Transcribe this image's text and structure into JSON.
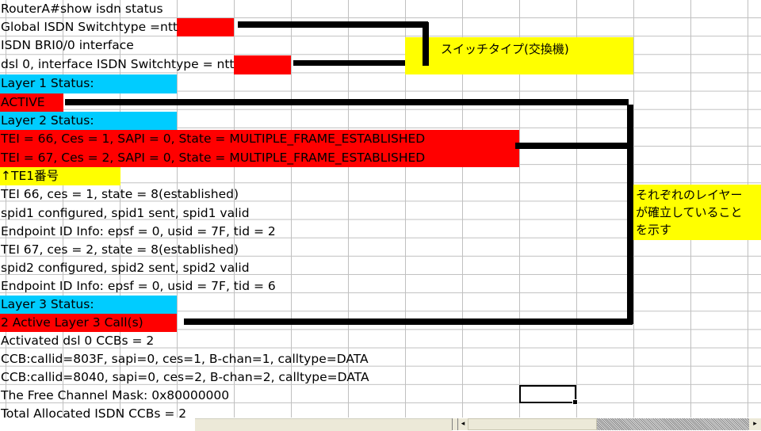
{
  "sheet": {
    "rows": [
      {
        "text": "RouterA#show isdn status"
      },
      {
        "text": "Global ISDN Switchtype =",
        "highlight": "ntt"
      },
      {
        "text": "ISDN BRI0/0 interface"
      },
      {
        "text": "dsl 0, interface ISDN Switchtype",
        "highlight": " = ntt"
      },
      {
        "text": "Layer 1 Status:"
      },
      {
        "text": "ACTIVE"
      },
      {
        "text": "Layer 2 Status:"
      },
      {
        "text": "TEI = 66, Ces = 1, SAPI = 0, State = MULTIPLE_FRAME_ESTABLISHED"
      },
      {
        "text": "TEI = 67, Ces = 2, SAPI = 0, State = MULTIPLE_FRAME_ESTABLISHED"
      },
      {
        "text": "↑TE1番号"
      },
      {
        "text": "TEI 66, ces = 1, state = 8(established)"
      },
      {
        "text": "spid1  configured, spid1  sent, spid1  valid"
      },
      {
        "text": "Endpoint ID Info: epsf = 0, usid = 7F, tid = 2"
      },
      {
        "text": "TEI 67, ces = 2, state = 8(established)"
      },
      {
        "text": "spid2  configured, spid2  sent, spid2  valid"
      },
      {
        "text": "Endpoint ID Info: epsf = 0, usid = 7F, tid = 6"
      },
      {
        "text": "Layer 3 Status:"
      },
      {
        "text": "2 Active Layer 3 Call(s)"
      },
      {
        "text": "Activated dsl 0 CCBs = 2"
      },
      {
        "text": "CCB:callid=803F, sapi=0, ces=1, B-chan=1, calltype=DATA"
      },
      {
        "text": "CCB:callid=8040, sapi=0, ces=2, B-chan=2, calltype=DATA"
      },
      {
        "text": "The Free Channel Mask: 0x80000000"
      },
      {
        "text": "Total Allocated ISDN CCBs = 2"
      }
    ]
  },
  "annotations": {
    "switchtype_note": "スイッチタイプ(交換機)",
    "layers_note_line1": "それぞれのレイヤー",
    "layers_note_line2": "が確立していること",
    "layers_note_line3": "を示す"
  },
  "colors": {
    "red": "#ff0000",
    "cyan": "#00ccff",
    "yellow": "#ffff00"
  },
  "scrollbar": {
    "left_arrow": "◂",
    "right_arrow": "▸"
  }
}
